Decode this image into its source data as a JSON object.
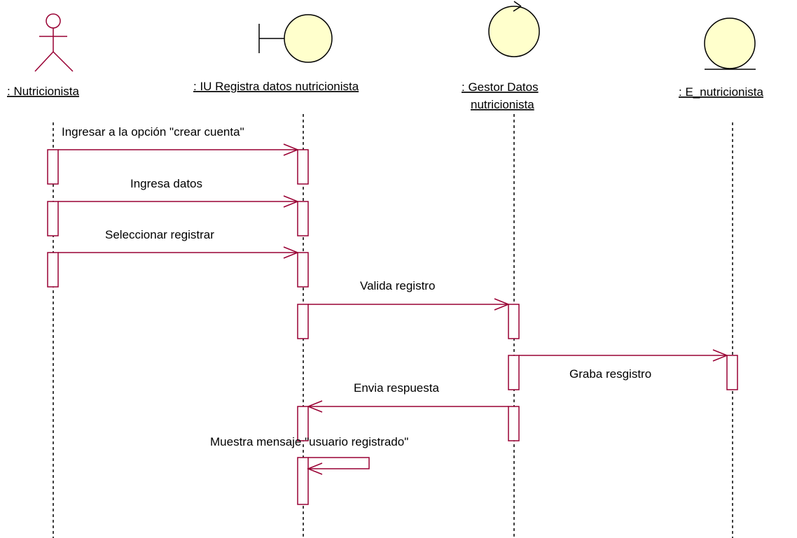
{
  "participants": {
    "nutricionista": ": Nutricionista",
    "ui": ": IU  Registra datos nutricionista",
    "gestor_line1": ": Gestor  Datos",
    "gestor_line2": "nutricionista",
    "entity": ": E_nutricionista"
  },
  "messages": {
    "m1": "Ingresar a la opción \"crear cuenta\"",
    "m2": "Ingresa datos",
    "m3": "Seleccionar registrar",
    "m4": "Valida registro",
    "m5": "Graba resgistro",
    "m6": "Envia respuesta",
    "m7": "Muestra mensaje \"usuario registrado\""
  },
  "icons": {
    "actor": "actor-icon",
    "boundary": "boundary-icon",
    "control": "control-icon",
    "entity": "entity-icon"
  },
  "colors": {
    "message_line": "#990033",
    "icon_fill": "#ffffcc"
  }
}
